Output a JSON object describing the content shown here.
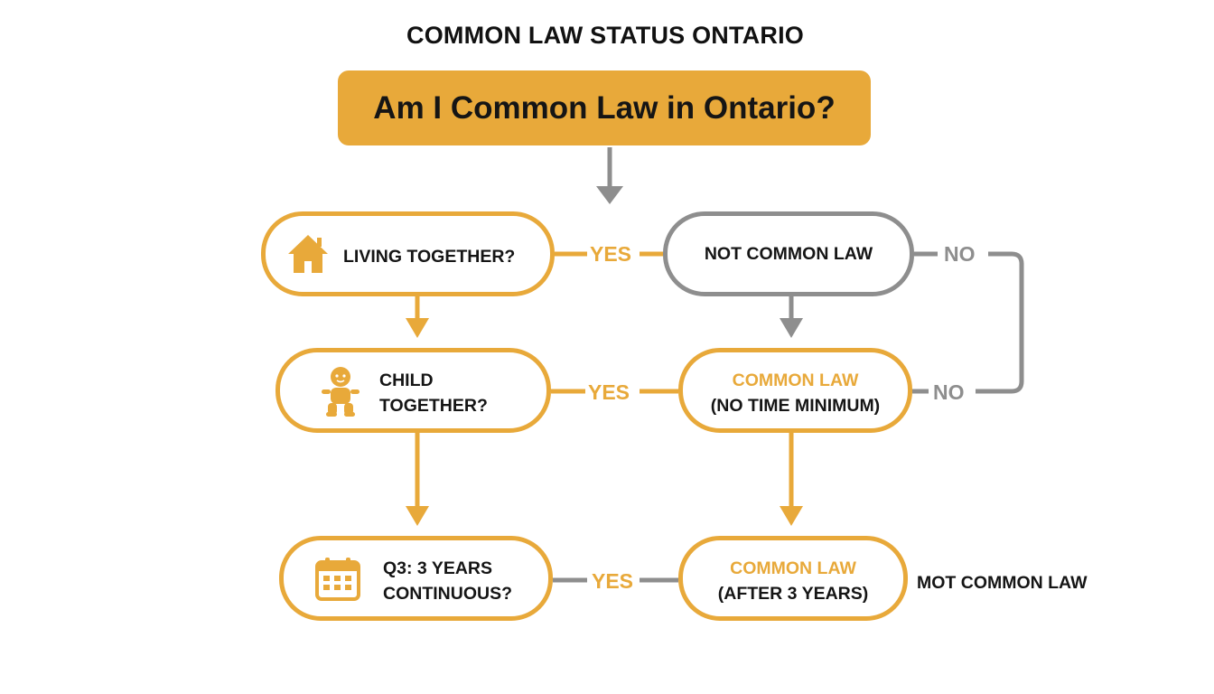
{
  "title": "COMMON LAW STATUS ONTARIO",
  "header": "Am I Common Law in Ontario?",
  "nodes": {
    "living": {
      "label": "LIVING TOGETHER?",
      "icon": "house-icon"
    },
    "child": {
      "line1": "CHILD",
      "line2": "TOGETHER?",
      "icon": "baby-icon"
    },
    "years": {
      "line1": "Q3: 3 YEARS",
      "line2": "CONTINUOUS?",
      "icon": "calendar-icon"
    },
    "not_common_law": {
      "label": "NOT COMMON LAW"
    },
    "common_law_no_min": {
      "line1": "COMMON LAW",
      "line2": "(NO TIME MINIMUM)"
    },
    "common_law_3yrs": {
      "line1": "COMMON LAW",
      "line2": "(AFTER 3 YEARS)"
    }
  },
  "connectors": {
    "yes_1": "YES",
    "yes_2": "YES",
    "yes_3": "YES",
    "no_1": "NO",
    "no_2": "NO"
  },
  "side_label": "MOT COMMON LAW",
  "colors": {
    "accent": "#e8a93a",
    "gray": "#8e8e8e",
    "text": "#151515"
  }
}
